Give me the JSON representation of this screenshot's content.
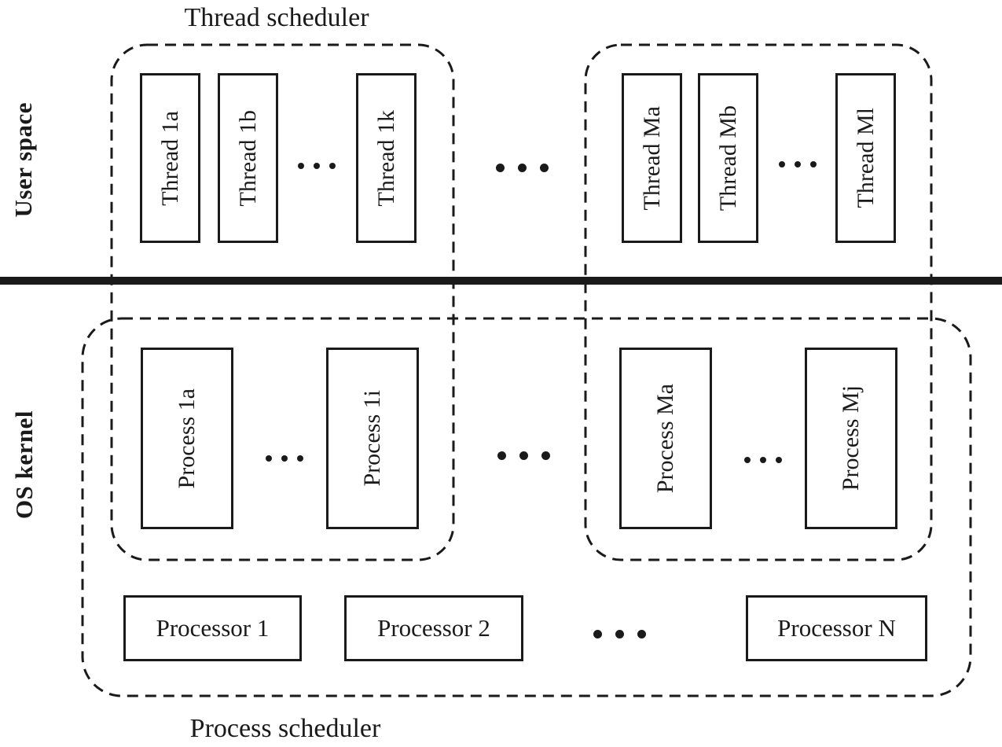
{
  "colors": {
    "ink": "#1a1a1a",
    "background": "#ffffff"
  },
  "labels": {
    "thread_scheduler": "Thread scheduler",
    "process_scheduler": "Process scheduler",
    "user_space": "User space",
    "os_kernel": "OS kernel"
  },
  "threads": {
    "group1": [
      "Thread 1a",
      "Thread 1b",
      "Thread 1k"
    ],
    "groupM": [
      "Thread Ma",
      "Thread Mb",
      "Thread Ml"
    ]
  },
  "processes": {
    "group1": [
      "Process 1a",
      "Process 1i"
    ],
    "groupM": [
      "Process Ma",
      "Process Mj"
    ]
  },
  "processors": [
    "Processor 1",
    "Processor 2",
    "Processor N"
  ]
}
